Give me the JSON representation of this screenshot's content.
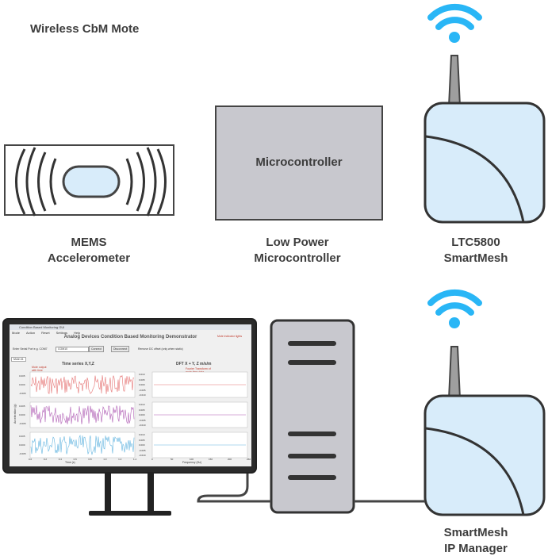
{
  "diagram": {
    "title": "Wireless CbM Mote",
    "mems_label": [
      "MEMS",
      "Accelerometer"
    ],
    "microcontroller_box_label": "Microcontroller",
    "low_power_label": [
      "Low Power",
      "Microcontroller"
    ],
    "ltc_label": [
      "LTC5800",
      "SmartMesh"
    ],
    "manager_label": [
      "SmartMesh",
      "IP Manager"
    ]
  },
  "software": {
    "window_title": "Condition Based Monitoring GUI",
    "menu": [
      "Mode",
      "Action",
      "Reset",
      "Settings",
      "Help"
    ],
    "app_title": "Analog Devices Condition Based Monitoring Demonstrator",
    "serial_label": "Enter Serial Port e.g. COM7",
    "serial_value": "COM10",
    "connect_label": "Connect",
    "disconnect_label": "Disconnect",
    "remove_dc_label": "Remove DC offset (only when static)",
    "mote_info": "Mote indicator lights",
    "mote_tab": "Mote #1",
    "timeseries_title": "Time series X,Y,Z",
    "dft_title": "DFT X + Y, Z m/s/m",
    "hint_time": "Mote output with time",
    "hint_fourier": "Fourier Transform of mote time data",
    "ylabel": "Acceleration (g)",
    "xlabel_time": "Time (s)",
    "xlabel_freq": "Frequency (Hz)",
    "time_ticks": [
      "0.0",
      "0.2",
      "0.4",
      "0.6",
      "0.8",
      "1.0",
      "1.2",
      "1.4"
    ],
    "freq_ticks": [
      "0",
      "50",
      "100",
      "150",
      "200",
      "250"
    ],
    "y_ticks_ts": [
      "0.005",
      "0.000",
      "-0.005"
    ],
    "y_ticks_dft": [
      "0.010",
      "0.005",
      "0.000",
      "-0.005",
      "-0.010"
    ],
    "trace_colors": [
      "#e57373",
      "#b05fb5",
      "#64b5e0"
    ]
  }
}
